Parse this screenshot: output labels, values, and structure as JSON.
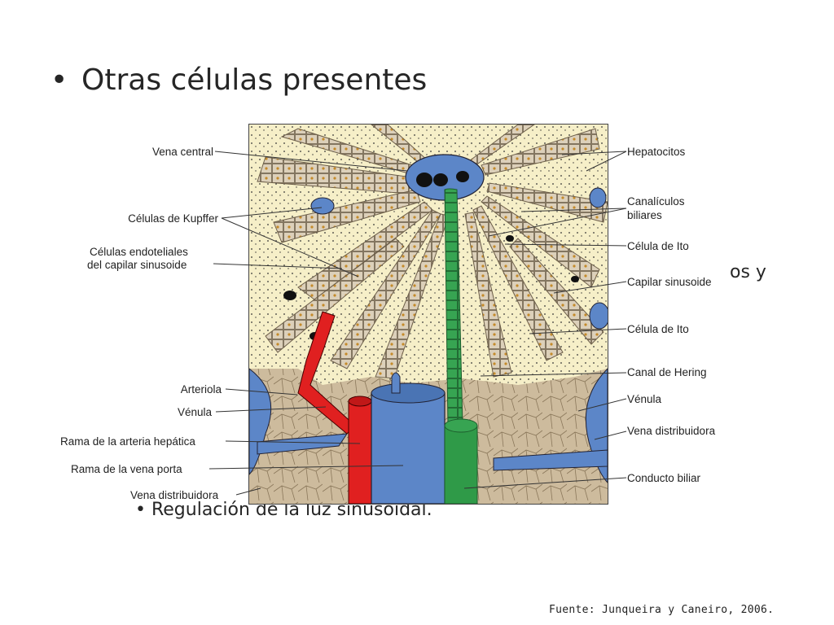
{
  "slide": {
    "bullet": "•",
    "title": "Otras células presentes",
    "partial_text_right": "os y",
    "partial_text_bottom": "• Regulación de la luz sinusoidal.",
    "source": "Fuente:  Junqueira y Caneiro, 2006."
  },
  "labels_left": {
    "vena_central": "Vena central",
    "kupffer": "Células de Kupffer",
    "endoteliales_1": "Células endoteliales",
    "endoteliales_2": "del capilar sinusoide",
    "arteriola": "Arteriola",
    "venula": "Vénula",
    "rama_arteria": "Rama de la arteria hepática",
    "rama_vena": "Rama de la vena porta",
    "vena_distribuidora": "Vena distribuidora"
  },
  "labels_right": {
    "hepatocitos": "Hepatocitos",
    "canaliculos_1": "Canalículos",
    "canaliculos_2": "biliares",
    "ito_1": "Célula de Ito",
    "capilar": "Capilar sinusoide",
    "ito_2": "Célula de Ito",
    "hering": "Canal de Hering",
    "venula": "Vénula",
    "vena_distribuidora": "Vena distribuidora",
    "conducto": "Conducto biliar"
  },
  "colors": {
    "hepatocyte": "#d9cdb8",
    "cream": "#f6efc8",
    "blue": "#5c86c8",
    "red": "#e02020",
    "green": "#2f9a48",
    "connective": "#c9b79b"
  }
}
